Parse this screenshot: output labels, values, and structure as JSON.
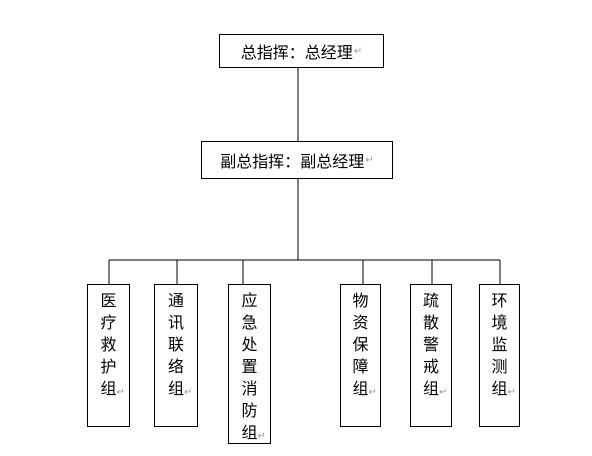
{
  "diagram": {
    "top_node": {
      "label": "总指挥：总经理",
      "mark": "↵"
    },
    "second_node": {
      "label": "副总指挥：副总经理",
      "mark": "↵"
    },
    "groups": [
      {
        "id": "medical",
        "label": "医疗救护组",
        "mark": "↵"
      },
      {
        "id": "communication",
        "label": "通讯联络组",
        "mark": "↵"
      },
      {
        "id": "fire",
        "label": "应急处置消防组",
        "mark": "↵"
      },
      {
        "id": "supply",
        "label": "物资保障组",
        "mark": "↵"
      },
      {
        "id": "evacuation",
        "label": "疏散警戒组",
        "mark": "↵"
      },
      {
        "id": "environment",
        "label": "环境监测组",
        "mark": "↵"
      }
    ]
  }
}
